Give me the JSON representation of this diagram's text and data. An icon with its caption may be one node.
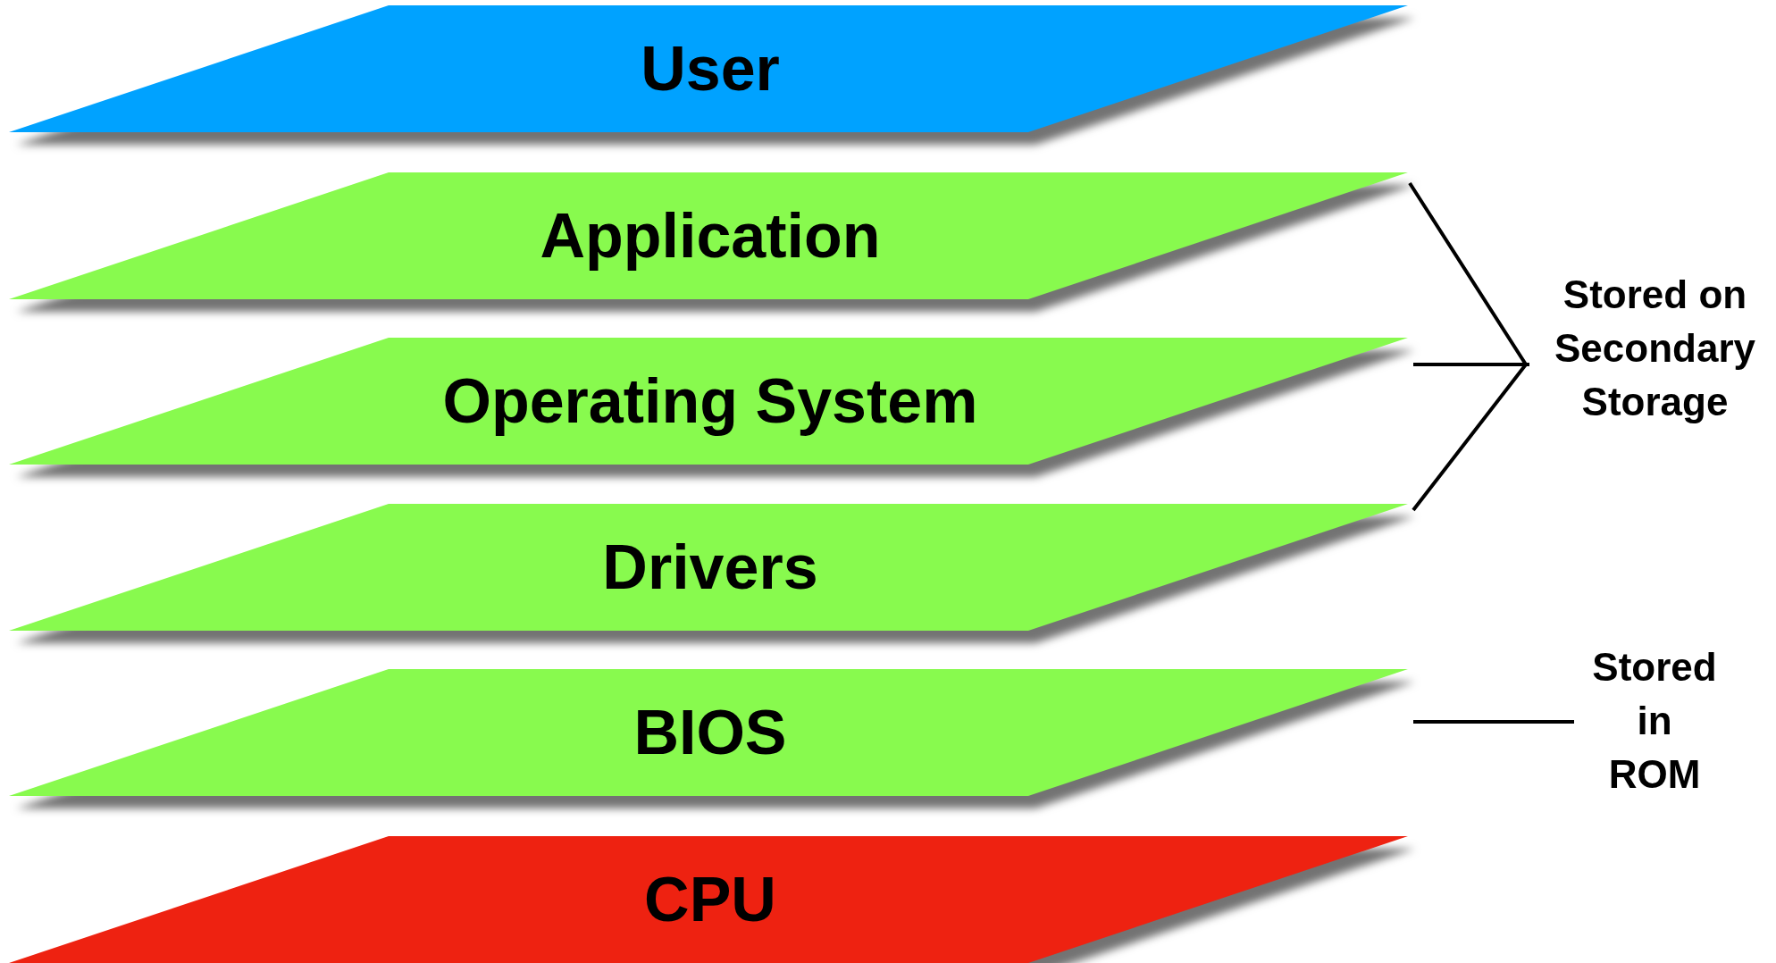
{
  "diagram": {
    "nodes": [
      {
        "text": [
          "User"
        ]
      },
      {
        "text": [
          "Application"
        ]
      },
      {
        "text": [
          "Operating System"
        ]
      },
      {
        "text": [
          "Drivers"
        ]
      },
      {
        "text": [
          "BIOS"
        ]
      },
      {
        "text": [
          "CPU"
        ]
      },
      {
        "text": [
          "Stored on Secondary Storage"
        ]
      },
      {
        "text": [
          "Stored in ROM"
        ]
      }
    ],
    "edges": [
      {
        "from": 6,
        "to": 1,
        "arrow": "none"
      },
      {
        "from": 6,
        "to": 2,
        "arrow": "none"
      },
      {
        "from": 6,
        "to": 3,
        "arrow": "none"
      },
      {
        "from": 7,
        "to": 4,
        "arrow": "none"
      }
    ]
  }
}
